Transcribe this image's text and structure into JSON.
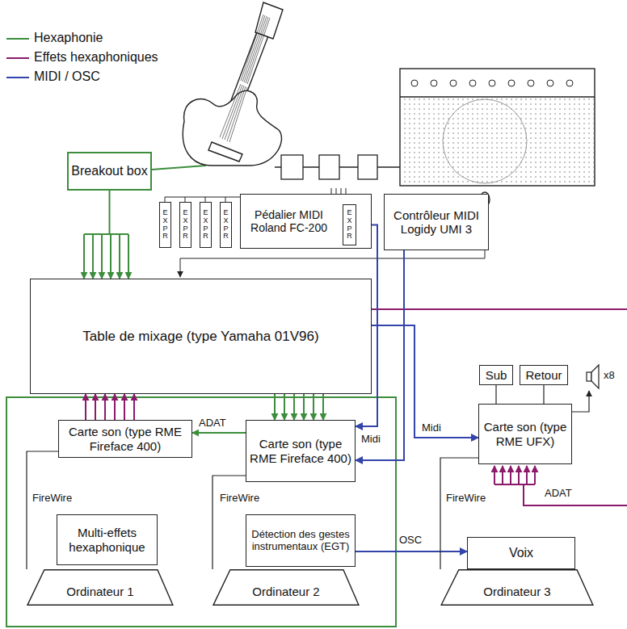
{
  "diagram": {
    "nodes": [
      {
        "text": [
          "Breakout box"
        ]
      },
      {
        "text": [
          "EXPR"
        ]
      },
      {
        "text": [
          "EXPR"
        ]
      },
      {
        "text": [
          "EXPR"
        ]
      },
      {
        "text": [
          "EXPR"
        ]
      },
      {
        "text": [
          "Pédalier MIDI Roland FC-200"
        ]
      },
      {
        "text": [
          "EXPR"
        ],
        "in": 5
      },
      {
        "text": [
          "Contrôleur MIDI Logidy UMI 3"
        ]
      },
      {
        "text": [
          "Table de mixage (type Yamaha 01V96)"
        ]
      },
      {
        "text": [
          "Carte son (type RME Fireface 400)"
        ]
      },
      {
        "text": [
          "Carte son (type RME Fireface 400)"
        ]
      },
      {
        "text": [
          "Sub"
        ]
      },
      {
        "text": [
          "Retour"
        ]
      },
      {
        "text": [
          "Carte son (type RME UFX)"
        ]
      },
      {
        "text": [
          "Ordinateur 1"
        ]
      },
      {
        "text": [
          "Multi-effets hexaphonique"
        ],
        "in": 14
      },
      {
        "text": [
          "Ordinateur 2"
        ]
      },
      {
        "text": [
          "Détection des gestes instrumentaux (EGT)"
        ],
        "in": 16
      },
      {
        "text": [
          "Ordinateur 3"
        ]
      },
      {
        "text": [
          "Voix"
        ],
        "in": 18
      }
    ],
    "edges": [
      {
        "from": 0,
        "to": 8,
        "arrow": "to"
      },
      {
        "from": 9,
        "to": 8,
        "arrow": "to"
      },
      {
        "from": 8,
        "to": 10,
        "arrow": "to"
      },
      {
        "from": 10,
        "to": 9,
        "label": "ADAT",
        "arrow": "to"
      },
      {
        "from": 6,
        "to": 10,
        "arrow": "to"
      },
      {
        "from": 7,
        "to": 10,
        "label": "Midi",
        "arrow": "to"
      },
      {
        "from": 8,
        "to": 13,
        "label": "Midi",
        "arrow": "to"
      },
      {
        "from": 17,
        "to": 19,
        "label": "OSC",
        "arrow": "to"
      },
      {
        "from": 9,
        "to": 14,
        "label": "FireWire",
        "arrow": "none"
      },
      {
        "from": 10,
        "to": 16,
        "label": "FireWire",
        "arrow": "none"
      },
      {
        "from": 13,
        "to": 18,
        "label": "FireWire",
        "arrow": "none"
      },
      {
        "from": 13,
        "to": 11,
        "arrow": "none"
      },
      {
        "from": 13,
        "to": 12,
        "arrow": "none"
      }
    ],
    "labels": [
      "ADAT",
      "x8"
    ],
    "legend": [
      {
        "text": "Hexaphonie",
        "color": "#3c8d3c"
      },
      {
        "text": "Effets hexaphoniques",
        "color": "#8b1a6b"
      },
      {
        "text": "MIDI / OSC",
        "color": "#3344aa"
      }
    ]
  }
}
